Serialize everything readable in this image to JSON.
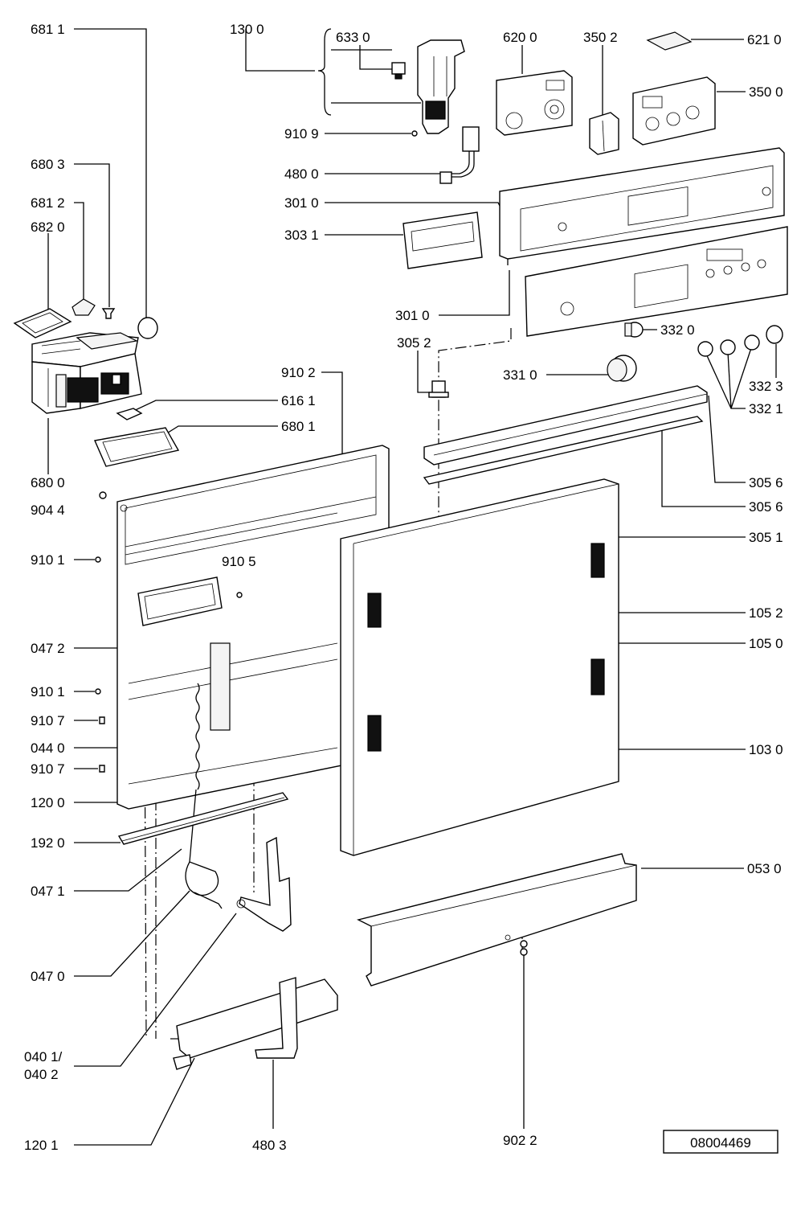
{
  "diagram": {
    "reference_number": "08004469",
    "labels": {
      "l6811": "681 1",
      "l1300": "130 0",
      "l6330": "633 0",
      "l6200": "620 0",
      "l3502": "350 2",
      "l6210": "621 0",
      "l3500": "350 0",
      "l9109": "910 9",
      "l6803": "680 3",
      "l4800": "480 0",
      "l6812": "681 2",
      "l3010a": "301 0",
      "l6820": "682 0",
      "l3031": "303 1",
      "l3010b": "301 0",
      "l3052": "305 2",
      "l3320": "332 0",
      "l3310": "331 0",
      "l3323": "332 3",
      "l9102": "910 2",
      "l3321": "332 1",
      "l6161": "616 1",
      "l6801": "680 1",
      "l6800": "680 0",
      "l3056a": "305 6",
      "l9044": "904 4",
      "l3056b": "305 6",
      "l3051": "305 1",
      "l9101a": "910 1",
      "l9105": "910 5",
      "l1052": "105 2",
      "l0472": "047 2",
      "l1050": "105 0",
      "l9101b": "910 1",
      "l9107a": "910 7",
      "l0440": "044 0",
      "l1030": "103 0",
      "l9107b": "910 7",
      "l1200": "120 0",
      "l1920": "192 0",
      "l0530": "053 0",
      "l0471": "047 1",
      "l0470": "047 0",
      "l0401": "040 1/",
      "l0402": "040 2",
      "l1201": "120 1",
      "l4803": "480 3",
      "l9022": "902 2"
    }
  }
}
